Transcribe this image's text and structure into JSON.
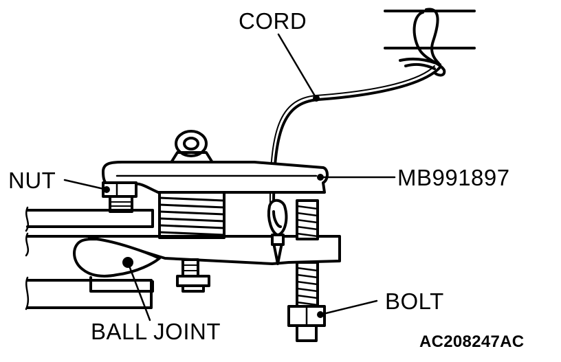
{
  "labels": {
    "cord": "CORD",
    "nut": "NUT",
    "tool": "MB991897",
    "bolt": "BOLT",
    "ball_joint": "BALL JOINT"
  },
  "figure_code": "AC208247AC",
  "colors": {
    "line": "#000000",
    "background": "#ffffff"
  }
}
